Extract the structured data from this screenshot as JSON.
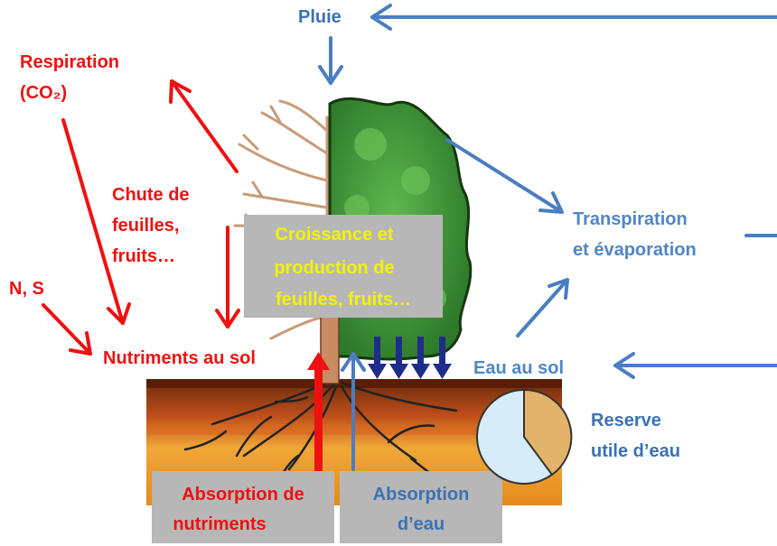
{
  "labels": {
    "pluie": "Pluie",
    "respiration": "Respiration",
    "co2": "(CO₂)",
    "chute": [
      "Chute de",
      "feuilles,",
      "fruits…"
    ],
    "ns": "N, S",
    "nutriments_sol": "Nutriments au sol",
    "croissance": [
      "Croissance et",
      "production de",
      "feuilles, fruits…"
    ],
    "transpiration": [
      "Transpiration",
      "et évaporation"
    ],
    "eau_sol": "Eau au sol",
    "reserve": [
      "Reserve",
      "utile d’eau"
    ],
    "absorption_nutriments": [
      "Absorption de",
      "nutriments"
    ],
    "absorption_eau": [
      "Absorption",
      "d’eau"
    ]
  },
  "colors": {
    "nutrient_flow": "#ee1111",
    "water_flow": "#3a72b5",
    "water_flow_light": "#4f86c6",
    "growth_text": "#f3f300",
    "box_fill": "#b7b7b7",
    "foliage": "#3f9a3a",
    "trunk": "#c98b62",
    "soil_band": "#f0a838",
    "pie_dry": "#e3b36b",
    "pie_water": "#d6ecf8"
  },
  "icons": [
    "tree-illustration",
    "soil-cross-section",
    "reserve-pie"
  ]
}
